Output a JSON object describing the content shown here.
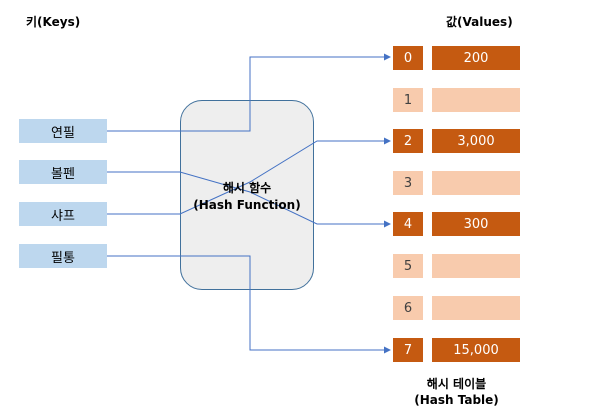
{
  "header": {
    "keys_label": "키(Keys)",
    "values_label": "값(Values)"
  },
  "keys": [
    "연필",
    "볼펜",
    "샤프",
    "필통"
  ],
  "hash_function": {
    "line1": "해시 함수",
    "line2": "(Hash Function)"
  },
  "table": {
    "rows": [
      {
        "index": "0",
        "value": "200"
      },
      {
        "index": "1",
        "value": ""
      },
      {
        "index": "2",
        "value": "3,000"
      },
      {
        "index": "3",
        "value": ""
      },
      {
        "index": "4",
        "value": "300"
      },
      {
        "index": "5",
        "value": ""
      },
      {
        "index": "6",
        "value": ""
      },
      {
        "index": "7",
        "value": "15,000"
      }
    ],
    "caption_line1": "해시 테이블",
    "caption_line2": "(Hash Table)"
  },
  "colors": {
    "key_fill": "#bdd7ee",
    "filled": "#c55a11",
    "empty": "#f8cbad",
    "arrow": "#4472c4"
  }
}
